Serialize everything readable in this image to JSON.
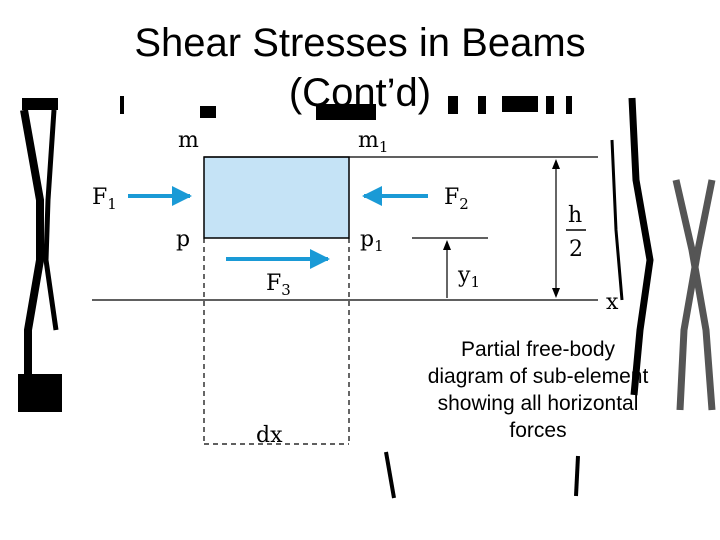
{
  "title": {
    "line1": "Shear Stresses in Beams",
    "line2": "(Cont’d)"
  },
  "diagram": {
    "labels": {
      "m": "m",
      "m1_base": "m",
      "m1_sub": "1",
      "F1_base": "F",
      "F1_sub": "1",
      "F2_base": "F",
      "F2_sub": "2",
      "F3_base": "F",
      "F3_sub": "3",
      "p": "p",
      "p1_base": "p",
      "p1_sub": "1",
      "y1_base": "y",
      "y1_sub": "1",
      "h_num": "h",
      "h_den": "2",
      "x": "x",
      "dx": "dx"
    },
    "colors": {
      "element_fill": "#c5e3f6",
      "arrow": "#1a9ad6",
      "line": "#000000"
    }
  },
  "caption": {
    "line1": "Partial free-body",
    "line2": "diagram of sub-element",
    "line3": "showing all horizontal",
    "line4": "forces"
  }
}
